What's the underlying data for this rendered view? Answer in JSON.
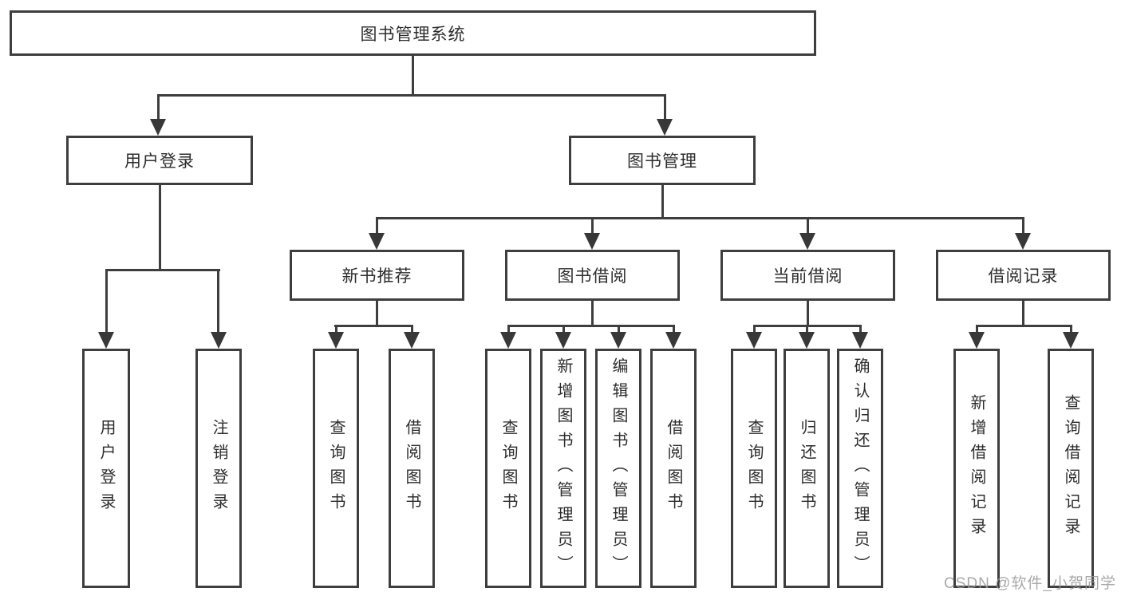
{
  "diagram": {
    "tree": {
      "root": {
        "label": "图书管理系统"
      },
      "level2": [
        {
          "label": "用户登录",
          "leaves": [
            {
              "label": "用户登录"
            },
            {
              "label": "注销登录"
            }
          ]
        },
        {
          "label": "图书管理",
          "groups": [
            {
              "label": "新书推荐",
              "leaves": [
                {
                  "label": "查询图书"
                },
                {
                  "label": "借阅图书"
                }
              ]
            },
            {
              "label": "图书借阅",
              "leaves": [
                {
                  "label": "查询图书"
                },
                {
                  "label": "新增图书（管理员）"
                },
                {
                  "label": "编辑图书（管理员）"
                },
                {
                  "label": "借阅图书"
                }
              ]
            },
            {
              "label": "当前借阅",
              "leaves": [
                {
                  "label": "查询图书"
                },
                {
                  "label": "归还图书"
                },
                {
                  "label": "确认归还（管理员）"
                }
              ]
            },
            {
              "label": "借阅记录",
              "leaves": [
                {
                  "label": "新增借阅记录"
                },
                {
                  "label": "查询借阅记录"
                }
              ]
            }
          ]
        }
      ]
    },
    "watermark": "CSDN @软件_小贺同学",
    "colors": {
      "line": "#3e3e3e",
      "text": "#2d2d2d",
      "background": "#ffffff",
      "watermark": "#9b9b9b"
    }
  }
}
